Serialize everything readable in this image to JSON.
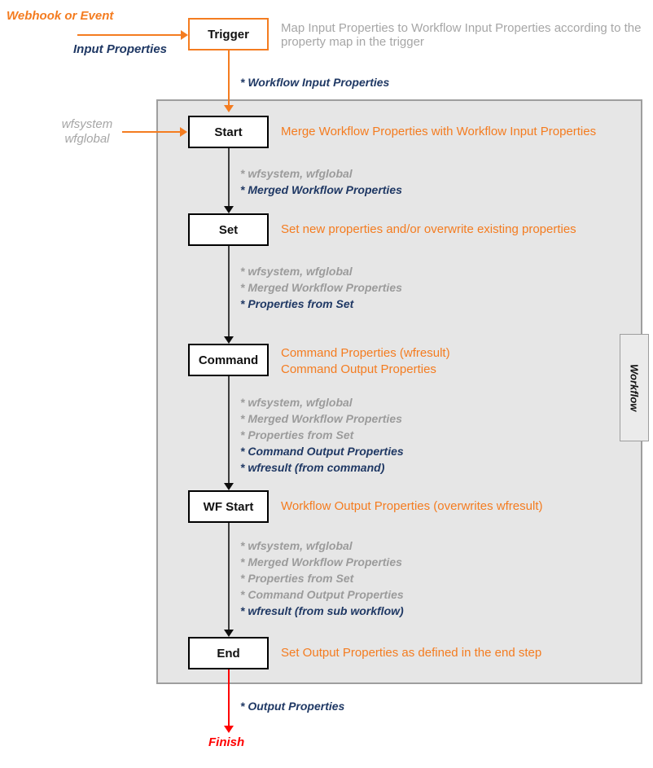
{
  "colors": {
    "orange": "#F47C20",
    "navy": "#1F3864",
    "gray_text": "#A6A6A6",
    "red": "#FF0000",
    "panel_fill": "#E6E6E6",
    "panel_border": "#9E9E9E",
    "connector_dark": "#3D3D3D"
  },
  "outside": {
    "webhook_label": "Webhook or Event",
    "input_properties_label": "Input Properties",
    "workflow_input_properties_label": "* Workflow Input Properties",
    "side_input_line1": "wfsystem",
    "side_input_line2": "wfglobal",
    "output_properties_label": "* Output Properties",
    "finish_label": "Finish"
  },
  "panel": {
    "tab_label": "Workflow"
  },
  "nodes": {
    "trigger": {
      "label": "Trigger",
      "description": "Map Input Properties to Workflow Input Properties according to the property map in the trigger"
    },
    "start": {
      "label": "Start",
      "note": "Merge Workflow Properties with Workflow Input Properties"
    },
    "set": {
      "label": "Set",
      "note": "Set new properties and/or overwrite existing properties"
    },
    "command": {
      "label": "Command",
      "note_line1": "Command Properties (wfresult)",
      "note_line2": "Command Output Properties"
    },
    "wf_start": {
      "label": "WF Start",
      "note": "Workflow Output Properties (overwrites wfresult)"
    },
    "end": {
      "label": "End",
      "note": "Set Output Properties as defined in the end step"
    }
  },
  "property_flows": {
    "after_start": {
      "line1": "* wfsystem, wfglobal",
      "line2": "* Merged Workflow Properties"
    },
    "after_set": {
      "line1": "* wfsystem, wfglobal",
      "line2": "* Merged Workflow Properties",
      "line3": "* Properties from Set"
    },
    "after_command": {
      "line1": "* wfsystem, wfglobal",
      "line2": "* Merged Workflow Properties",
      "line3": "* Properties from Set",
      "line4": "* Command Output Properties",
      "line5": "* wfresult (from command)"
    },
    "after_wf_start": {
      "line1": "* wfsystem, wfglobal",
      "line2": "* Merged Workflow Properties",
      "line3": "* Properties from Set",
      "line4": "* Command Output Properties",
      "line5": "* wfresult (from sub workflow)"
    }
  }
}
